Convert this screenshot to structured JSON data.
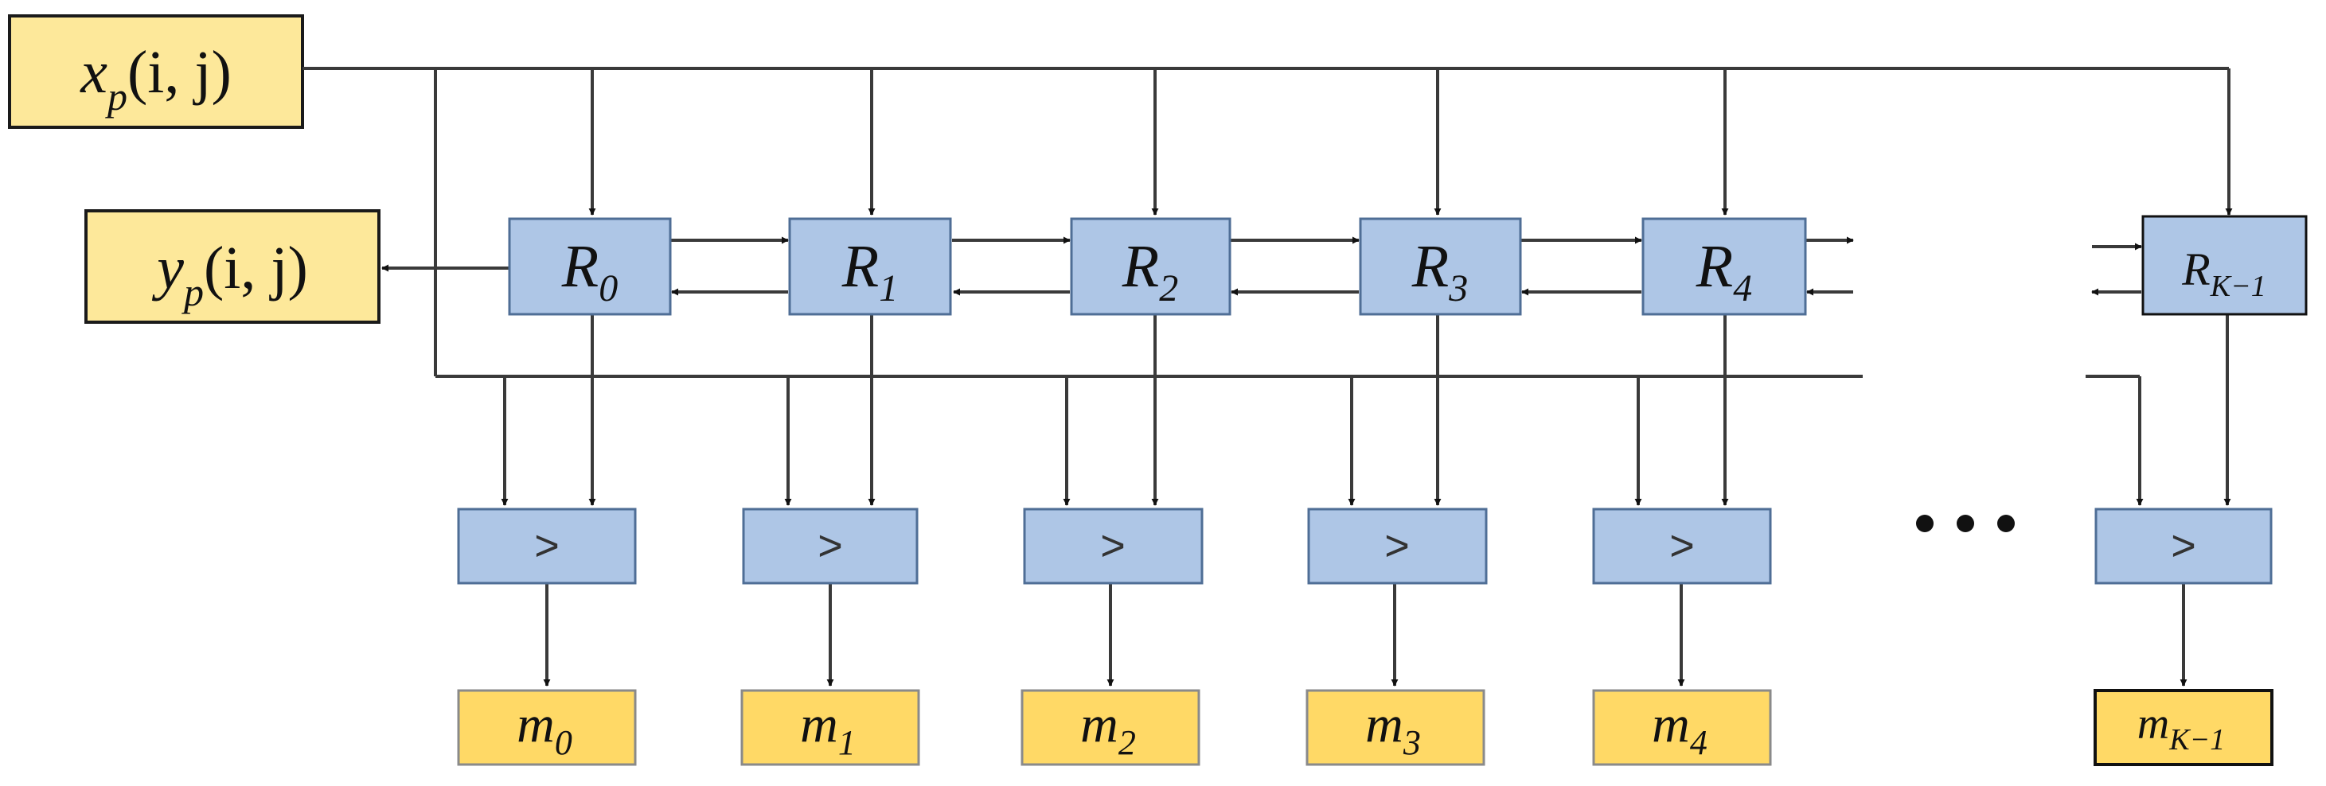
{
  "inputs": {
    "x": {
      "main": "x",
      "sub": "p",
      "args": "(i, j)"
    },
    "y": {
      "main": "y",
      "sub": "p",
      "args": "(i, j)"
    }
  },
  "registers": [
    {
      "main": "R",
      "sub": "0"
    },
    {
      "main": "R",
      "sub": "1"
    },
    {
      "main": "R",
      "sub": "2"
    },
    {
      "main": "R",
      "sub": "3"
    },
    {
      "main": "R",
      "sub": "4"
    },
    {
      "main": "R",
      "sub": "K−1"
    }
  ],
  "comparator_symbol": ">",
  "outputs": [
    {
      "main": "m",
      "sub": "0"
    },
    {
      "main": "m",
      "sub": "1"
    },
    {
      "main": "m",
      "sub": "2"
    },
    {
      "main": "m",
      "sub": "3"
    },
    {
      "main": "m",
      "sub": "4"
    },
    {
      "main": "m",
      "sub": "K−1"
    }
  ],
  "colors": {
    "register_fill": "#aec6e6",
    "input_fill": "#fde89a",
    "output_fill": "#ffd966"
  }
}
